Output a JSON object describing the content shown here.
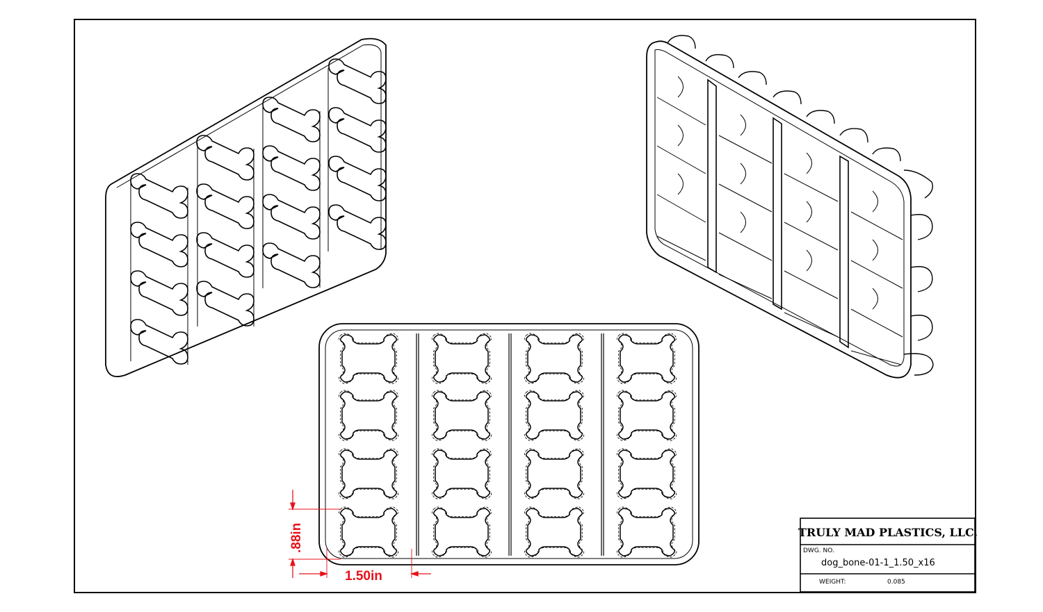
{
  "title_block": {
    "company": "TRULY MAD PLASTICS, LLC.",
    "dwg_no_label": "DWG. NO.",
    "dwg_no": "dog_bone-01-1_1.50_x16",
    "weight_label": "WEIGHT:",
    "weight": "0.085"
  },
  "dimensions": {
    "height": ".88in",
    "width": "1.50in"
  },
  "tray": {
    "rows": 4,
    "columns": 4,
    "cavity_count": 16
  },
  "colors": {
    "line": "#000000",
    "dimension": "#e8101a"
  }
}
